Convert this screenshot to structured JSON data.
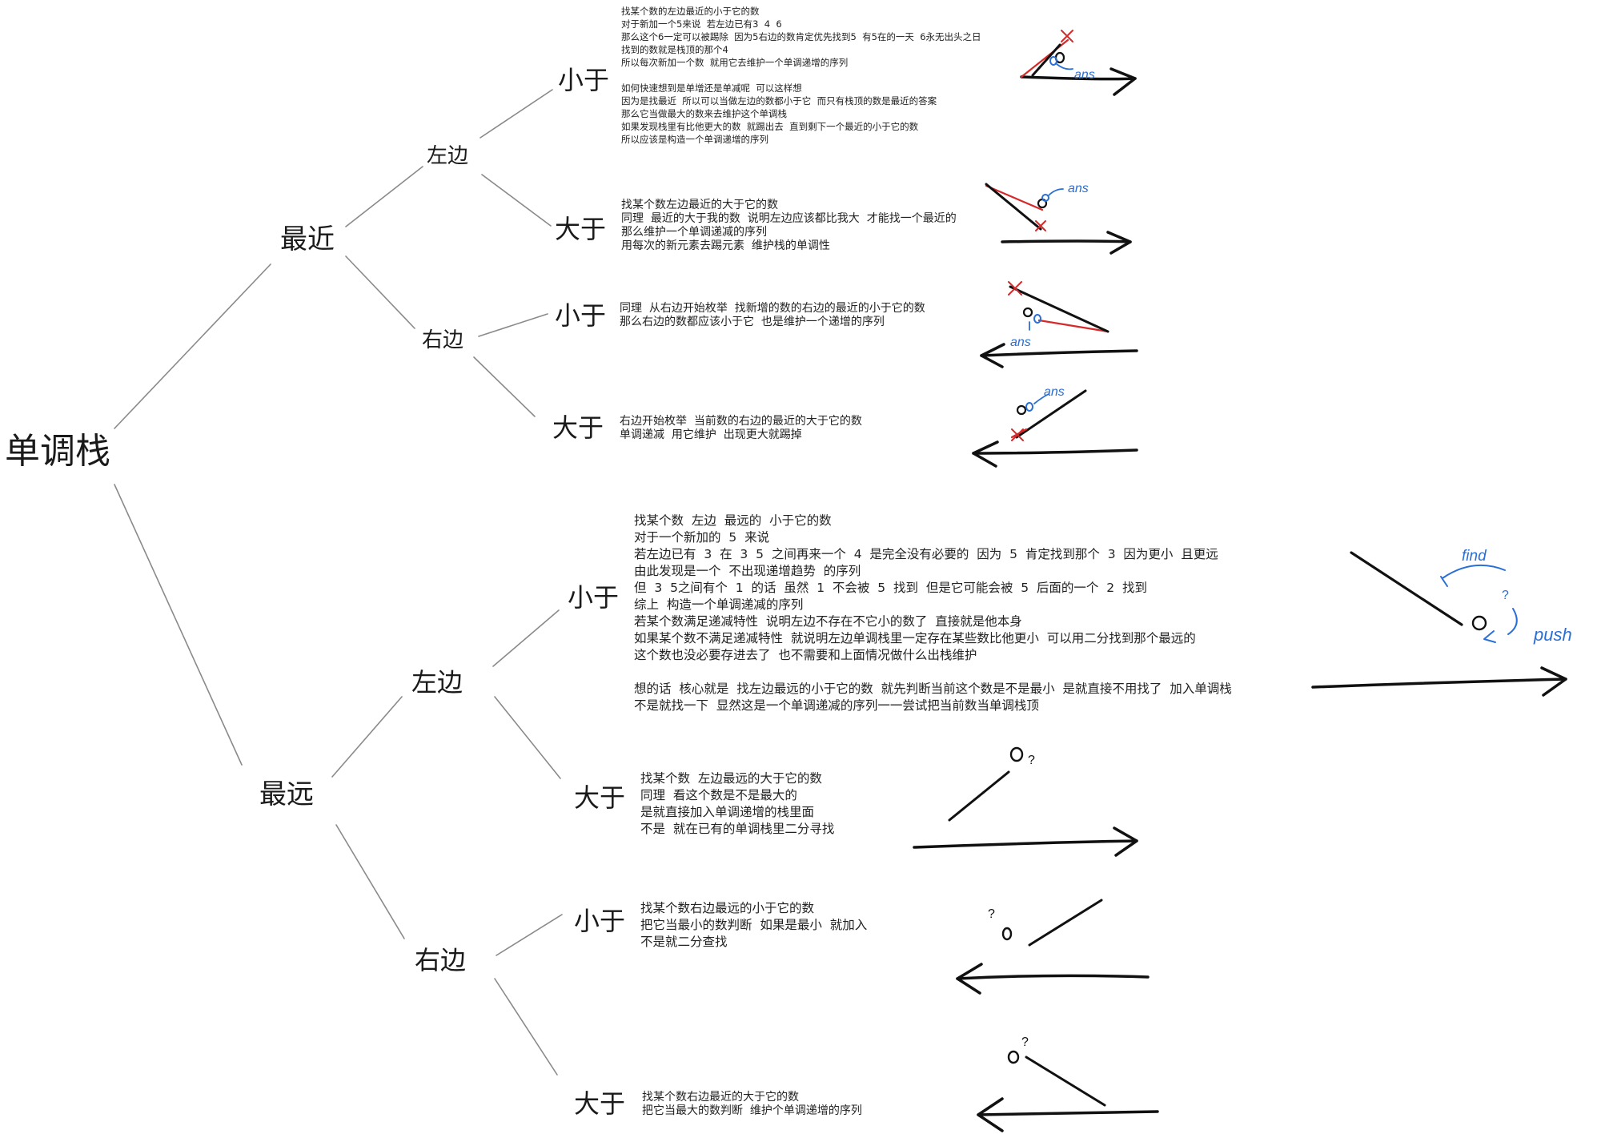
{
  "tree": {
    "root": "单调栈",
    "nearest": {
      "label": "最近",
      "left": {
        "label": "左边",
        "less": {
          "label": "小于",
          "note": [
            "找某个数的左边最近的小于它的数",
            "对于新加一个5来说  若左边已有3  4  6",
            "那么这个6一定可以被踢除  因为5右边的数肯定优先找到5  有5在的一天  6永无出头之日",
            "找到的数就是栈顶的那个4",
            "所以每次新加一个数  就用它去维护一个单调递增的序列",
            "",
            "如何快速想到是单增还是单减呢  可以这样想",
            "因为是找最近  所以可以当做左边的数都小于它  而只有栈顶的数是最近的答案",
            "那么它当做最大的数来去维护这个单调栈",
            "如果发现栈里有比他更大的数  就踢出去  直到剩下一个最近的小于它的数",
            "所以应该是构造一个单调递增的序列"
          ],
          "sketch_label": "ans"
        },
        "greater": {
          "label": "大于",
          "note": [
            "找某个数左边最近的大于它的数",
            "同理  最近的大于我的数  说明左边应该都比我大  才能找一个最近的",
            "那么维护一个单调递减的序列",
            "用每次的新元素去踢元素  维护栈的单调性"
          ],
          "sketch_label": "ans"
        }
      },
      "right": {
        "label": "右边",
        "less": {
          "label": "小于",
          "note": [
            "同理  从右边开始枚举  找新增的数的右边的最近的小于它的数",
            "那么右边的数都应该小于它  也是维护一个递增的序列"
          ],
          "sketch_label": "ans"
        },
        "greater": {
          "label": "大于",
          "note": [
            "右边开始枚举  当前数的右边的最近的大于它的数",
            "单调递减  用它维护  出现更大就踢掉"
          ],
          "sketch_label": "ans"
        }
      }
    },
    "farthest": {
      "label": "最远",
      "left": {
        "label": "左边",
        "less": {
          "label": "小于",
          "note": [
            "找某个数  左边  最远的  小于它的数",
            "对于一个新加的  5  来说",
            "若左边已有  3  在  3  5  之间再来一个  4  是完全没有必要的  因为  5  肯定找到那个  3  因为更小  且更远",
            "由此发现是一个  不出现递增趋势  的序列",
            "但  3  5之间有个  1  的话  虽然  1  不会被  5  找到  但是它可能会被  5  后面的一个  2  找到",
            "综上  构造一个单调递减的序列",
            "若某个数满足递减特性  说明左边不存在不它小的数了  直接就是他本身",
            "如果某个数不满足递减特性  就说明左边单调栈里一定存在某些数比他更小  可以用二分找到那个最远的",
            "这个数也没必要存进去了  也不需要和上面情况做什么出栈维护",
            "",
            "想的话  核心就是  找左边最远的小于它的数  就先判断当前这个数是不是最小  是就直接不用找了  加入单调栈",
            "不是就找一下  显然这是一个单调递减的序列一一尝试把当前数当单调栈顶"
          ],
          "sketch_find": "find",
          "sketch_push": "push"
        },
        "greater": {
          "label": "大于",
          "note": [
            "找某个数  左边最远的大于它的数",
            "同理  看这个数是不是最大的",
            "是就直接加入单调递增的栈里面",
            "不是  就在已有的单调栈里二分寻找"
          ]
        }
      },
      "right": {
        "label": "右边",
        "less": {
          "label": "小于",
          "note": [
            "找某个数右边最远的小于它的数",
            "把它当最小的数判断  如果是最小  就加入",
            "不是就二分查找"
          ]
        },
        "greater": {
          "label": "大于",
          "note": [
            "找某个数右边最近的大于它的数",
            "把它当最大的数判断  维护个单调递增的序列"
          ]
        }
      }
    }
  },
  "colors": {
    "ink": "#111111",
    "connector": "#8a8a8a",
    "red": "#d42a2a",
    "blue": "#2a6fd6"
  }
}
